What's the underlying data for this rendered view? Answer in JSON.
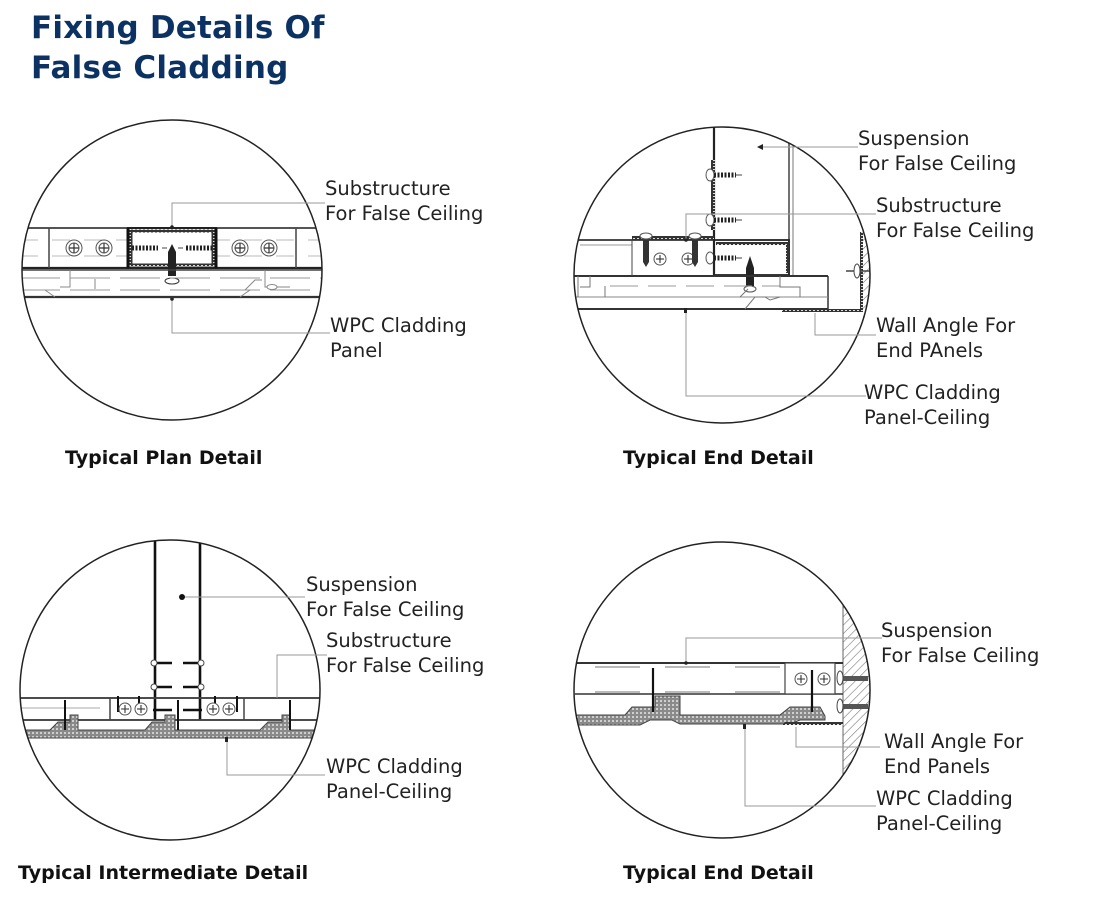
{
  "title": {
    "line1": "Fixing Details Of",
    "line2": "False Cladding",
    "color": "#0c3264"
  },
  "details": [
    {
      "caption": "Typical Plan Detail",
      "labels": [
        {
          "line1": "Substructure",
          "line2": "For False Ceiling"
        },
        {
          "line1": "WPC Cladding",
          "line2": "Panel"
        }
      ]
    },
    {
      "caption": "Typical End Detail",
      "labels": [
        {
          "line1": "Suspension",
          "line2": "For False Ceiling"
        },
        {
          "line1": "Substructure",
          "line2": "For False Ceiling"
        },
        {
          "line1": "Wall Angle For",
          "line2": "End PAnels"
        },
        {
          "line1": "WPC Cladding",
          "line2": "Panel-Ceiling"
        }
      ]
    },
    {
      "caption": "Typical Intermediate Detail",
      "labels": [
        {
          "line1": "Suspension",
          "line2": "For False Ceiling"
        },
        {
          "line1": "Substructure",
          "line2": "For False Ceiling"
        },
        {
          "line1": "WPC Cladding",
          "line2": "Panel-Ceiling"
        }
      ]
    },
    {
      "caption": "Typical End Detail",
      "labels": [
        {
          "line1": "Suspension",
          "line2": "For False Ceiling"
        },
        {
          "line1": "Wall Angle For",
          "line2": "End Panels"
        },
        {
          "line1": "WPC Cladding",
          "line2": "Panel-Ceiling"
        }
      ]
    }
  ]
}
